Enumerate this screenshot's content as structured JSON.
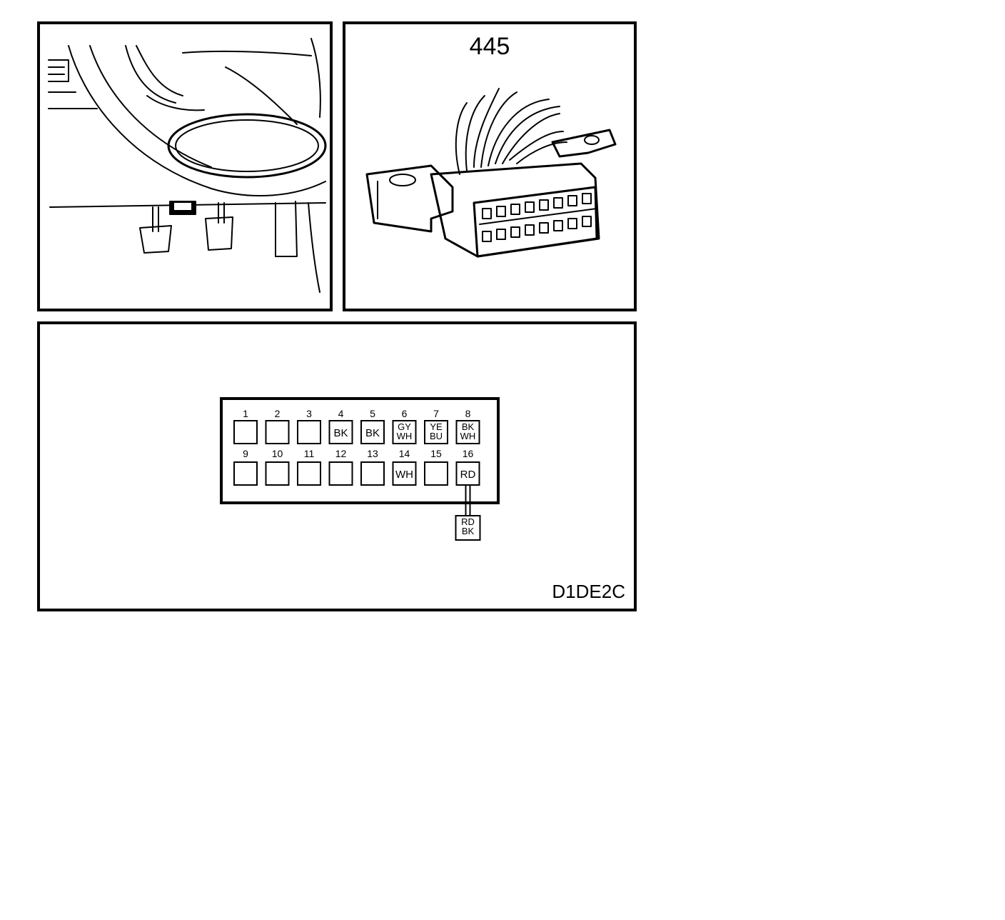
{
  "connector": {
    "number": "445"
  },
  "figure_code": "D1DE2C",
  "pins": [
    {
      "number": "1",
      "wires": []
    },
    {
      "number": "2",
      "wires": []
    },
    {
      "number": "3",
      "wires": []
    },
    {
      "number": "4",
      "wires": [
        "BK"
      ]
    },
    {
      "number": "5",
      "wires": [
        "BK"
      ]
    },
    {
      "number": "6",
      "wires": [
        "GY",
        "WH"
      ]
    },
    {
      "number": "7",
      "wires": [
        "YE",
        "BU"
      ]
    },
    {
      "number": "8",
      "wires": [
        "BK",
        "WH"
      ]
    },
    {
      "number": "9",
      "wires": []
    },
    {
      "number": "10",
      "wires": []
    },
    {
      "number": "11",
      "wires": []
    },
    {
      "number": "12",
      "wires": []
    },
    {
      "number": "13",
      "wires": []
    },
    {
      "number": "14",
      "wires": [
        "WH"
      ]
    },
    {
      "number": "15",
      "wires": []
    },
    {
      "number": "16",
      "wires": [
        "RD"
      ]
    }
  ],
  "external_wire": {
    "from_pin": "16",
    "wires": [
      "RD",
      "BK"
    ]
  }
}
